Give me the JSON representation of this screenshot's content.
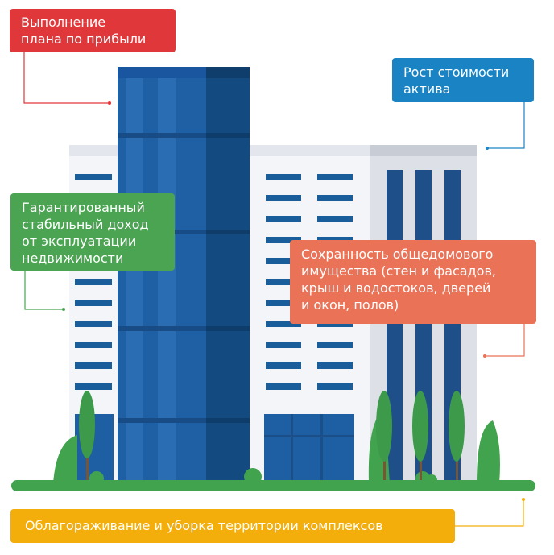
{
  "labels": {
    "profit_plan": [
      "Выполнение",
      "плана по прибыли"
    ],
    "asset_value": [
      "Рост стоимости",
      "актива"
    ],
    "stable_income": [
      "Гарантированный",
      "стабильный доход",
      "от эксплуатации",
      "недвижимости"
    ],
    "common_property": [
      "Сохранность общедомового",
      "имущества (стен и фасадов,",
      "крыш и водостоков, дверей",
      "и окон, полов)"
    ],
    "landscaping": "Облагораживание и уборка территории комплексов"
  },
  "colors": {
    "red": "#e0373a",
    "blue": "#1a83c4",
    "green": "#4aa451",
    "salmon": "#ea7257",
    "yellow": "#f4ae0c",
    "glass_tower": "#1f5fa3",
    "dark_tower": "#134a80",
    "window_blue": "#1a5d9b",
    "grass": "#41a34d",
    "tree": "#3c9a4a"
  }
}
